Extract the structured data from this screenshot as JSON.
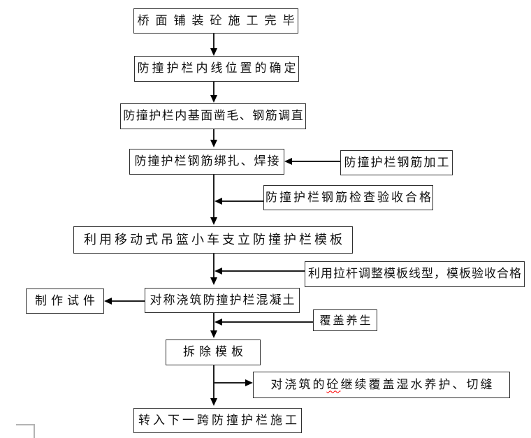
{
  "diagram": {
    "type": "flowchart",
    "language": "zh-CN",
    "background": "#ffffff",
    "line_color": "#1f1f1f",
    "box_border_color": "#2f2f2f",
    "spellcheck_underline_color": "#ff0000",
    "nodes": [
      {
        "id": "bridge-deck-complete",
        "label": "桥面铺装砼施工完毕"
      },
      {
        "id": "inner-line-position",
        "label": "防撞护栏内线位置的确定"
      },
      {
        "id": "surface-roughen",
        "label": "防撞护栏内基面凿毛、钢筋调直"
      },
      {
        "id": "rebar-tie-weld",
        "label": "防撞护栏钢筋绑扎、焊接"
      },
      {
        "id": "rebar-fabrication",
        "label": "防撞护栏钢筋加工"
      },
      {
        "id": "rebar-inspection",
        "label": "防撞护栏钢筋检查验收合格"
      },
      {
        "id": "erect-formwork",
        "label": "利用移动式吊篮小车支立防撞护栏模板"
      },
      {
        "id": "adjust-formwork",
        "label": "利用拉杆调整模板线型，模板验收合格"
      },
      {
        "id": "pour-concrete",
        "label": "对称浇筑防撞护栏混凝土"
      },
      {
        "id": "make-test-specimen",
        "label": "制作试件"
      },
      {
        "id": "cover-curing",
        "label": "覆盖养生"
      },
      {
        "id": "remove-formwork",
        "label": "拆除模板"
      },
      {
        "id": "continue-wet-curing",
        "pre": "对浇筑的",
        "underlined": "砼",
        "post": "继续覆盖湿水养护、切缝"
      },
      {
        "id": "next-span",
        "label": "转入下一跨防撞护栏施工"
      }
    ],
    "edges": [
      {
        "from": "bridge-deck-complete",
        "to": "inner-line-position",
        "direction": "down"
      },
      {
        "from": "inner-line-position",
        "to": "surface-roughen",
        "direction": "down"
      },
      {
        "from": "surface-roughen",
        "to": "rebar-tie-weld",
        "direction": "down"
      },
      {
        "from": "rebar-fabrication",
        "to": "rebar-tie-weld",
        "direction": "left"
      },
      {
        "from": "rebar-tie-weld",
        "to": "erect-formwork",
        "direction": "down"
      },
      {
        "from": "rebar-inspection",
        "to": "main-line",
        "direction": "left"
      },
      {
        "from": "erect-formwork",
        "to": "pour-concrete",
        "direction": "down"
      },
      {
        "from": "adjust-formwork",
        "to": "main-line",
        "direction": "left"
      },
      {
        "from": "pour-concrete",
        "to": "make-test-specimen",
        "direction": "left"
      },
      {
        "from": "pour-concrete",
        "to": "remove-formwork",
        "direction": "down"
      },
      {
        "from": "cover-curing",
        "to": "main-line",
        "direction": "left"
      },
      {
        "from": "remove-formwork",
        "to": "next-span",
        "direction": "down"
      },
      {
        "from": "main-line",
        "to": "continue-wet-curing",
        "direction": "right"
      }
    ]
  }
}
